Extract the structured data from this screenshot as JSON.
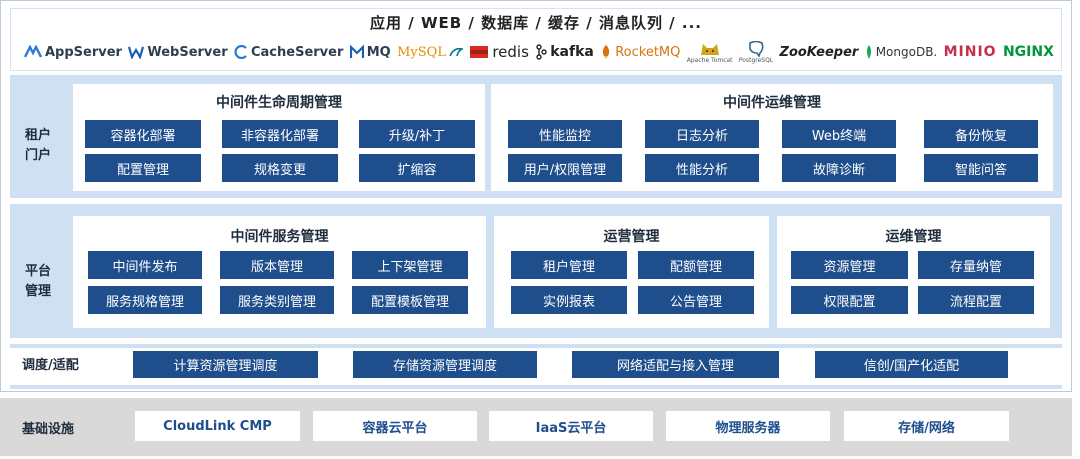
{
  "top": {
    "title": "应用 / WEB / 数据库 / 缓存 / 消息队列 / ...",
    "logos": [
      {
        "name": "appserver",
        "label": "AppServer",
        "color": "#2d3e50",
        "accent": "#2b7bd6"
      },
      {
        "name": "webserver",
        "label": "WebServer",
        "color": "#2d3e50",
        "accent": "#1a5fb4"
      },
      {
        "name": "cacheserver",
        "label": "CacheServer",
        "color": "#2d3e50",
        "accent": "#2b7bd6"
      },
      {
        "name": "mq",
        "label": "MQ",
        "color": "#2d3e50",
        "accent": "#1a5fb4"
      },
      {
        "name": "mysql",
        "label": "MySQL",
        "color": "#e48e00",
        "accent": "#00758f"
      },
      {
        "name": "redis",
        "label": "redis",
        "color": "#222222",
        "accent": "#d82c20"
      },
      {
        "name": "kafka",
        "label": "kafka",
        "color": "#222222",
        "accent": "#222222"
      },
      {
        "name": "rocketmq",
        "label": "RocketMQ",
        "color": "#d77310",
        "accent": "#d77310"
      },
      {
        "name": "tomcat",
        "label": "Apache Tomcat",
        "color": "#555555",
        "accent": "#d1a41a"
      },
      {
        "name": "postgresql",
        "label": "PostgreSQL",
        "color": "#555555",
        "accent": "#336791"
      },
      {
        "name": "zookeeper",
        "label": "ZooKeeper",
        "color": "#222222",
        "accent": "#6b8e23"
      },
      {
        "name": "mongodb",
        "label": "MongoDB.",
        "color": "#333333",
        "accent": "#13aa52"
      },
      {
        "name": "minio",
        "label": "MINIO",
        "color": "#c72e49",
        "accent": "#c72e49"
      },
      {
        "name": "nginx",
        "label": "NGINX",
        "color": "#009639",
        "accent": "#009639"
      }
    ]
  },
  "tenant": {
    "label": "租户\n门户",
    "lifecycle": {
      "title": "中间件生命周期管理",
      "buttons": [
        "容器化部署",
        "非容器化部署",
        "升级/补丁",
        "配置管理",
        "规格变更",
        "扩缩容"
      ]
    },
    "ops": {
      "title": "中间件运维管理",
      "buttons": [
        "性能监控",
        "日志分析",
        "Web终端",
        "备份恢复",
        "用户/权限管理",
        "性能分析",
        "故障诊断",
        "智能问答"
      ]
    }
  },
  "platform": {
    "label": "平台\n管理",
    "service": {
      "title": "中间件服务管理",
      "buttons": [
        "中间件发布",
        "版本管理",
        "上下架管理",
        "服务规格管理",
        "服务类别管理",
        "配置模板管理"
      ]
    },
    "operation": {
      "title": "运营管理",
      "buttons": [
        "租户管理",
        "配额管理",
        "实例报表",
        "公告管理"
      ]
    },
    "maintenance": {
      "title": "运维管理",
      "buttons": [
        "资源管理",
        "存量纳管",
        "权限配置",
        "流程配置"
      ]
    }
  },
  "schedule": {
    "label": "调度/适配",
    "buttons": [
      "计算资源管理调度",
      "存储资源管理调度",
      "网络适配与接入管理",
      "信创/国产化适配"
    ]
  },
  "infra": {
    "label": "基础设施",
    "items": [
      "CloudLink CMP",
      "容器云平台",
      "IaaS云平台",
      "物理服务器",
      "存储/网络"
    ]
  }
}
